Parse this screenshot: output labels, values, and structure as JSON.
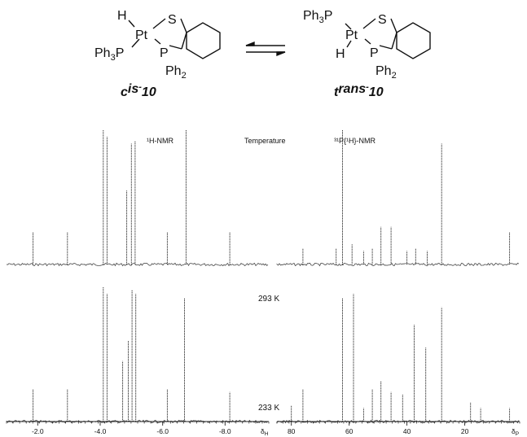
{
  "scheme": {
    "left": {
      "H": "H",
      "Pt": "Pt",
      "S": "S",
      "PPh3_left": "Ph",
      "PPh3_sub": "3",
      "PPh3_right": "P",
      "P": "P",
      "Ph2": "Ph",
      "Ph2_sub": "2",
      "label_a": "c",
      "label_b": "is",
      "label_sup": "-",
      "label_num": "10"
    },
    "right": {
      "PPh3_left": "Ph",
      "PPh3_sub": "3",
      "PPh3_right": "P",
      "Pt": "Pt",
      "S": "S",
      "H": "H",
      "P": "P",
      "Ph2": "Ph",
      "Ph2_sub": "2",
      "label_a": "t",
      "label_b": "rans",
      "label_sup": "-",
      "label_num": "10"
    }
  },
  "chart_data": [
    {
      "type": "line",
      "title": "¹H-NMR",
      "xlabel": "δH",
      "xlim": [
        -1.0,
        -9.4
      ],
      "x_ticks": [
        "-2.0",
        "-4.0",
        "-6.0",
        "-8.0"
      ],
      "series": [
        {
          "name": "293 K",
          "peaks": [
            {
              "x": -1.85,
              "h": 0.24
            },
            {
              "x": -2.95,
              "h": 0.24
            },
            {
              "x": -4.1,
              "h": 1.0
            },
            {
              "x": -4.22,
              "h": 0.95
            },
            {
              "x": -4.85,
              "h": 0.55
            },
            {
              "x": -5.0,
              "h": 0.9
            },
            {
              "x": -5.12,
              "h": 0.92
            },
            {
              "x": -6.15,
              "h": 0.24
            },
            {
              "x": -6.75,
              "h": 1.0
            },
            {
              "x": -8.15,
              "h": 0.24
            }
          ]
        },
        {
          "name": "233 K",
          "peaks": [
            {
              "x": -1.85,
              "h": 0.24
            },
            {
              "x": -2.95,
              "h": 0.24
            },
            {
              "x": -4.1,
              "h": 1.0
            },
            {
              "x": -4.22,
              "h": 0.95
            },
            {
              "x": -4.72,
              "h": 0.45
            },
            {
              "x": -4.9,
              "h": 0.6
            },
            {
              "x": -5.02,
              "h": 0.98
            },
            {
              "x": -5.14,
              "h": 0.95
            },
            {
              "x": -6.15,
              "h": 0.24
            },
            {
              "x": -6.7,
              "h": 0.92
            },
            {
              "x": -8.15,
              "h": 0.22
            }
          ]
        }
      ]
    },
    {
      "type": "line",
      "title": "³¹P{¹H}-NMR",
      "xlabel": "δP",
      "xlim": [
        85,
        1
      ],
      "x_ticks": [
        "80",
        "60",
        "40",
        "20"
      ],
      "series": [
        {
          "name": "293 K",
          "peaks": [
            {
              "x": 76.0,
              "h": 0.12
            },
            {
              "x": 64.5,
              "h": 0.12
            },
            {
              "x": 62.3,
              "h": 1.0
            },
            {
              "x": 59.0,
              "h": 0.15
            },
            {
              "x": 55.0,
              "h": 0.1
            },
            {
              "x": 52.0,
              "h": 0.12
            },
            {
              "x": 49.0,
              "h": 0.28
            },
            {
              "x": 45.5,
              "h": 0.28
            },
            {
              "x": 40.0,
              "h": 0.1
            },
            {
              "x": 37.0,
              "h": 0.12
            },
            {
              "x": 33.0,
              "h": 0.1
            },
            {
              "x": 28.0,
              "h": 0.9
            },
            {
              "x": 4.5,
              "h": 0.24
            }
          ]
        },
        {
          "name": "233 K",
          "peaks": [
            {
              "x": 80.0,
              "h": 0.12
            },
            {
              "x": 76.0,
              "h": 0.24
            },
            {
              "x": 62.3,
              "h": 0.92
            },
            {
              "x": 58.5,
              "h": 0.95
            },
            {
              "x": 55.0,
              "h": 0.1
            },
            {
              "x": 52.0,
              "h": 0.24
            },
            {
              "x": 49.0,
              "h": 0.3
            },
            {
              "x": 45.5,
              "h": 0.22
            },
            {
              "x": 41.5,
              "h": 0.2
            },
            {
              "x": 37.5,
              "h": 0.72
            },
            {
              "x": 33.5,
              "h": 0.55
            },
            {
              "x": 28.0,
              "h": 0.85
            },
            {
              "x": 18.0,
              "h": 0.14
            },
            {
              "x": 14.5,
              "h": 0.1
            },
            {
              "x": 4.5,
              "h": 0.1
            }
          ]
        }
      ]
    }
  ],
  "temperature_header": "Temperature",
  "temperatures": [
    "293 K",
    "233 K"
  ]
}
